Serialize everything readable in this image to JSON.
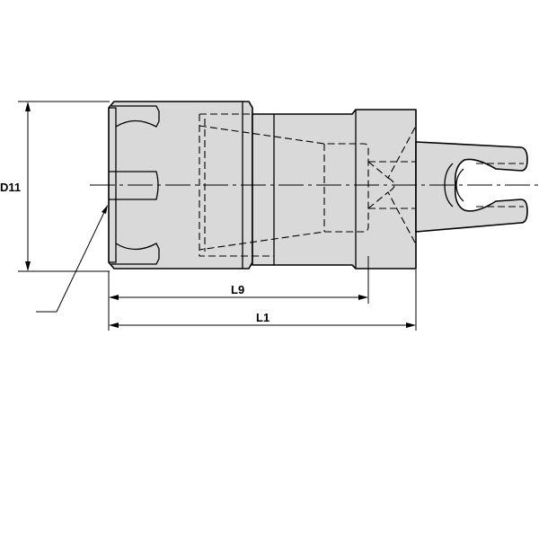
{
  "drawing": {
    "type": "technical-drawing",
    "subject": "collet chuck adapter side view",
    "body_fill_color": "#d9d9d9",
    "line_color": "#000000"
  },
  "dimensions": {
    "d11": {
      "label": "D11"
    },
    "l9": {
      "label": "L9"
    },
    "l1": {
      "label": "L1"
    }
  }
}
